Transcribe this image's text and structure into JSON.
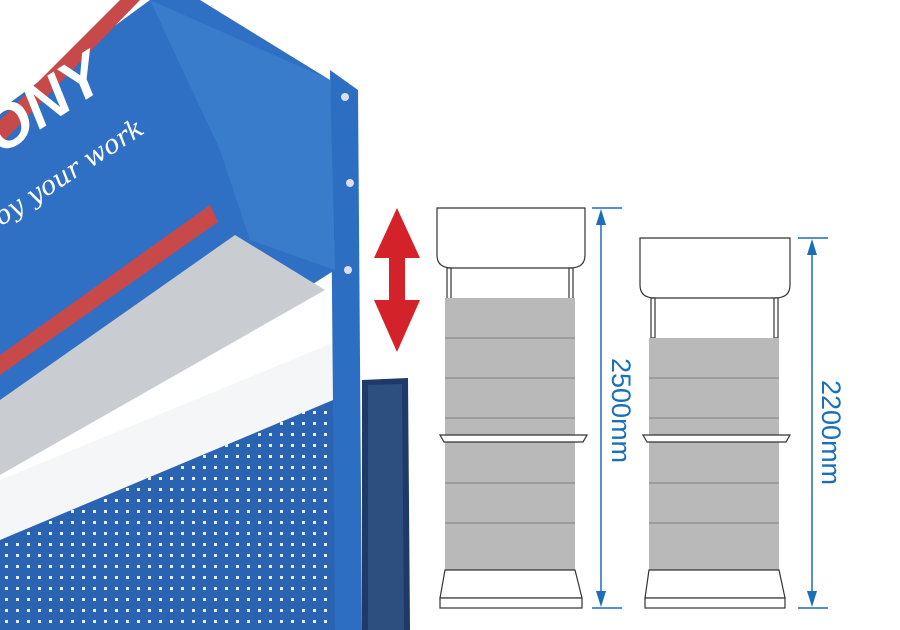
{
  "product": {
    "brand": "TONY",
    "slogan": "joy your work"
  },
  "dimensions": [
    {
      "label": "2500mm",
      "value_mm": 2500
    },
    {
      "label": "2200mm",
      "value_mm": 2200
    }
  ],
  "colors": {
    "panel_blue": "#2a6cc0",
    "accent_red": "#d3222a",
    "dimension_blue": "#1a6fb8",
    "shelf_gray": "#b8b9b8"
  }
}
